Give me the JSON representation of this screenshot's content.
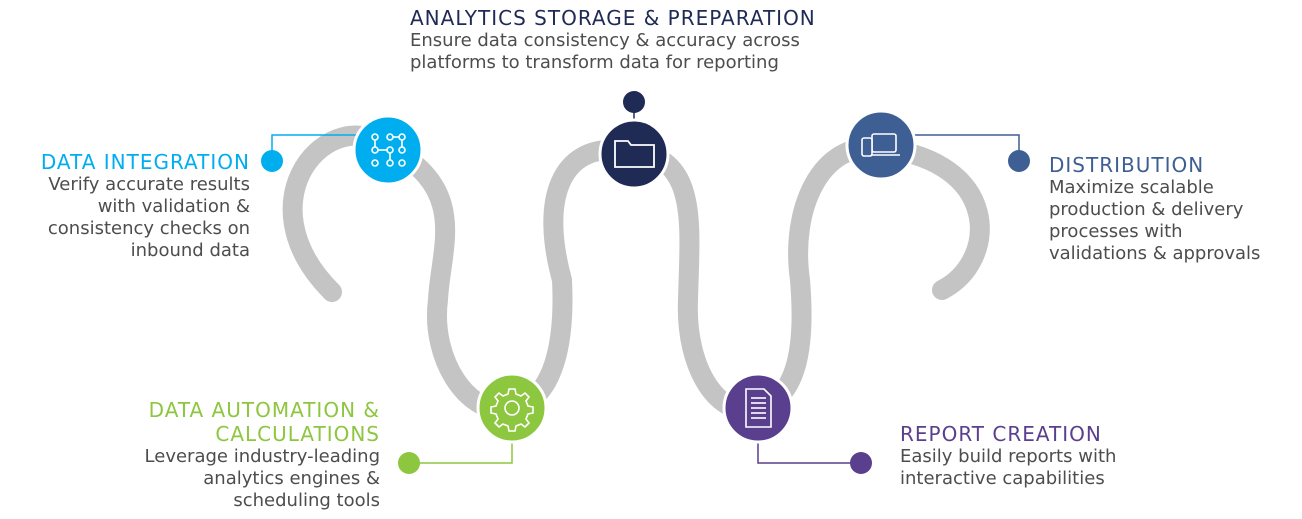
{
  "colors": {
    "track": "#c4c4c4",
    "integration": "#00aeef",
    "storage": "#1f2a55",
    "distribution": "#3e5f93",
    "automation": "#8dc63f",
    "report": "#5a3f8e",
    "description": "#4d4d4d"
  },
  "steps": {
    "integration": {
      "title": "DATA INTEGRATION",
      "desc_lines": [
        "Verify accurate results",
        "with validation &",
        "consistency checks on",
        "inbound data"
      ],
      "icon": "workflow-nodes-icon"
    },
    "storage": {
      "title": "ANALYTICS STORAGE & PREPARATION",
      "desc_lines": [
        "Ensure data consistency & accuracy across",
        "platforms to transform data for reporting"
      ],
      "icon": "folder-icon"
    },
    "distribution": {
      "title": "DISTRIBUTION",
      "desc_lines": [
        "Maximize scalable",
        "production & delivery",
        "processes with",
        "validations & approvals"
      ],
      "icon": "devices-icon"
    },
    "automation": {
      "title_lines": [
        "DATA AUTOMATION &",
        "CALCULATIONS"
      ],
      "desc_lines": [
        "Leverage industry-leading",
        "analytics engines &",
        "scheduling tools"
      ],
      "icon": "gear-icon"
    },
    "report": {
      "title": "REPORT CREATION",
      "desc_lines": [
        "Easily build reports with",
        "interactive capabilities"
      ],
      "icon": "document-icon"
    }
  }
}
